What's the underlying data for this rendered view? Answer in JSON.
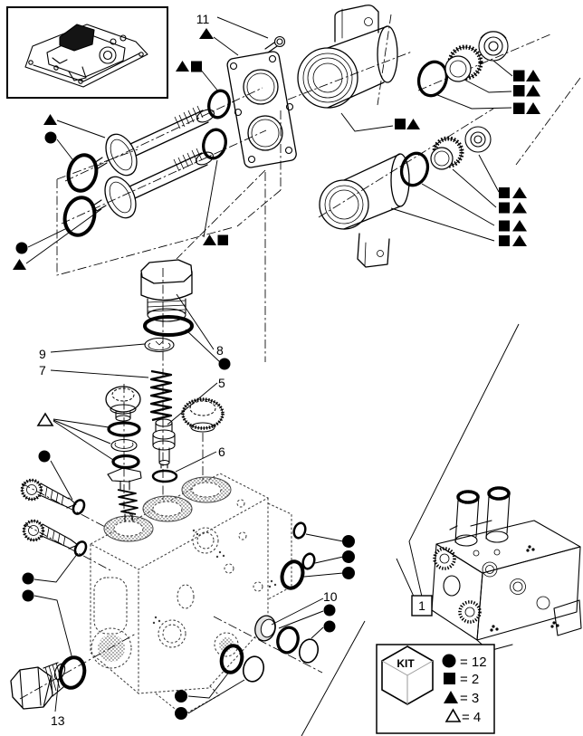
{
  "colors": {
    "ink": "#000000",
    "phantom": "#3d3d3d",
    "paper": "#ffffff",
    "shade": "#e3e3e3"
  },
  "callouts": {
    "c1": "1",
    "c5": "5",
    "c6": "6",
    "c7": "7",
    "c8": "8",
    "c9": "9",
    "c10": "10",
    "c11": "11",
    "c13": "13"
  },
  "legend": {
    "title": "KIT",
    "entries": [
      {
        "name": "filled-circle",
        "glyph": "●",
        "text": "= 12"
      },
      {
        "name": "filled-square",
        "glyph": "■",
        "text": "= 2"
      },
      {
        "name": "filled-triangle",
        "glyph": "▲",
        "text": "= 3"
      },
      {
        "name": "open-triangle",
        "glyph": "△",
        "text": "= 4"
      }
    ]
  }
}
